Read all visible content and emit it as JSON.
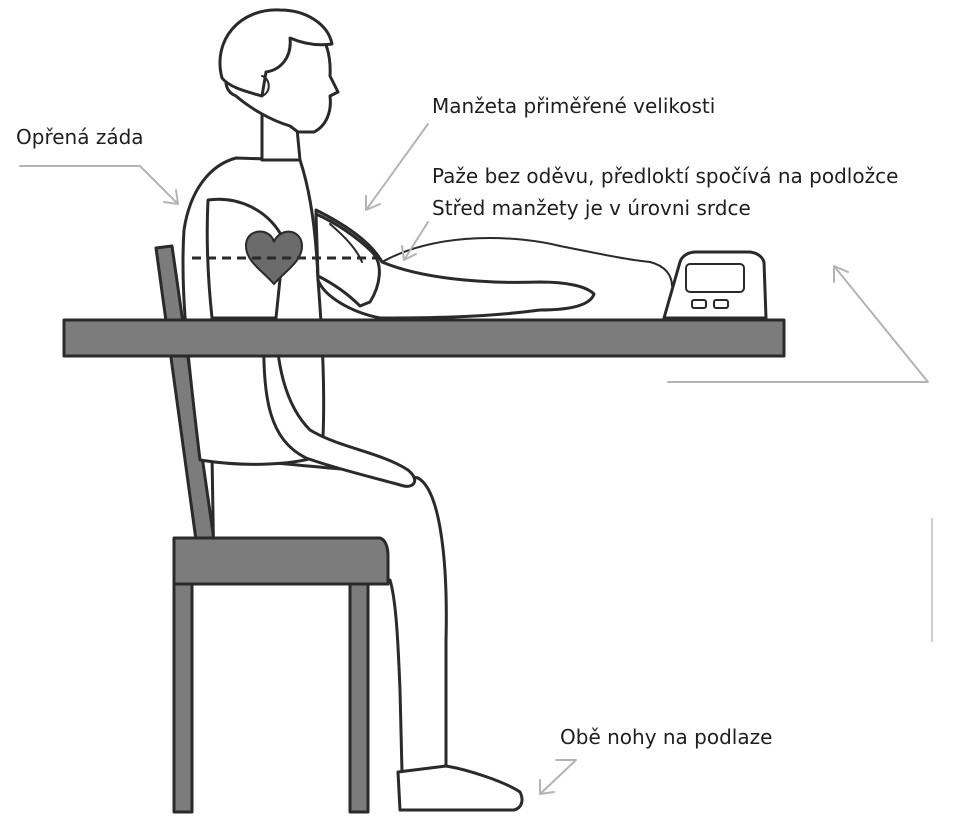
{
  "labels": {
    "back": "Opřená záda",
    "cuff_size": "Manžeta přiměřené velikosti",
    "arm": "Paže bez oděvu, předloktí spočívá na podložce",
    "cuff_level": "Střed manžety je v úrovni srdce",
    "feet": "Obě nohy na podlaze"
  },
  "colors": {
    "heart": "#6b6b6b",
    "furniture": "#7c7c7c",
    "pointer": "#b4b4b4",
    "ink": "#2a2a2a"
  }
}
